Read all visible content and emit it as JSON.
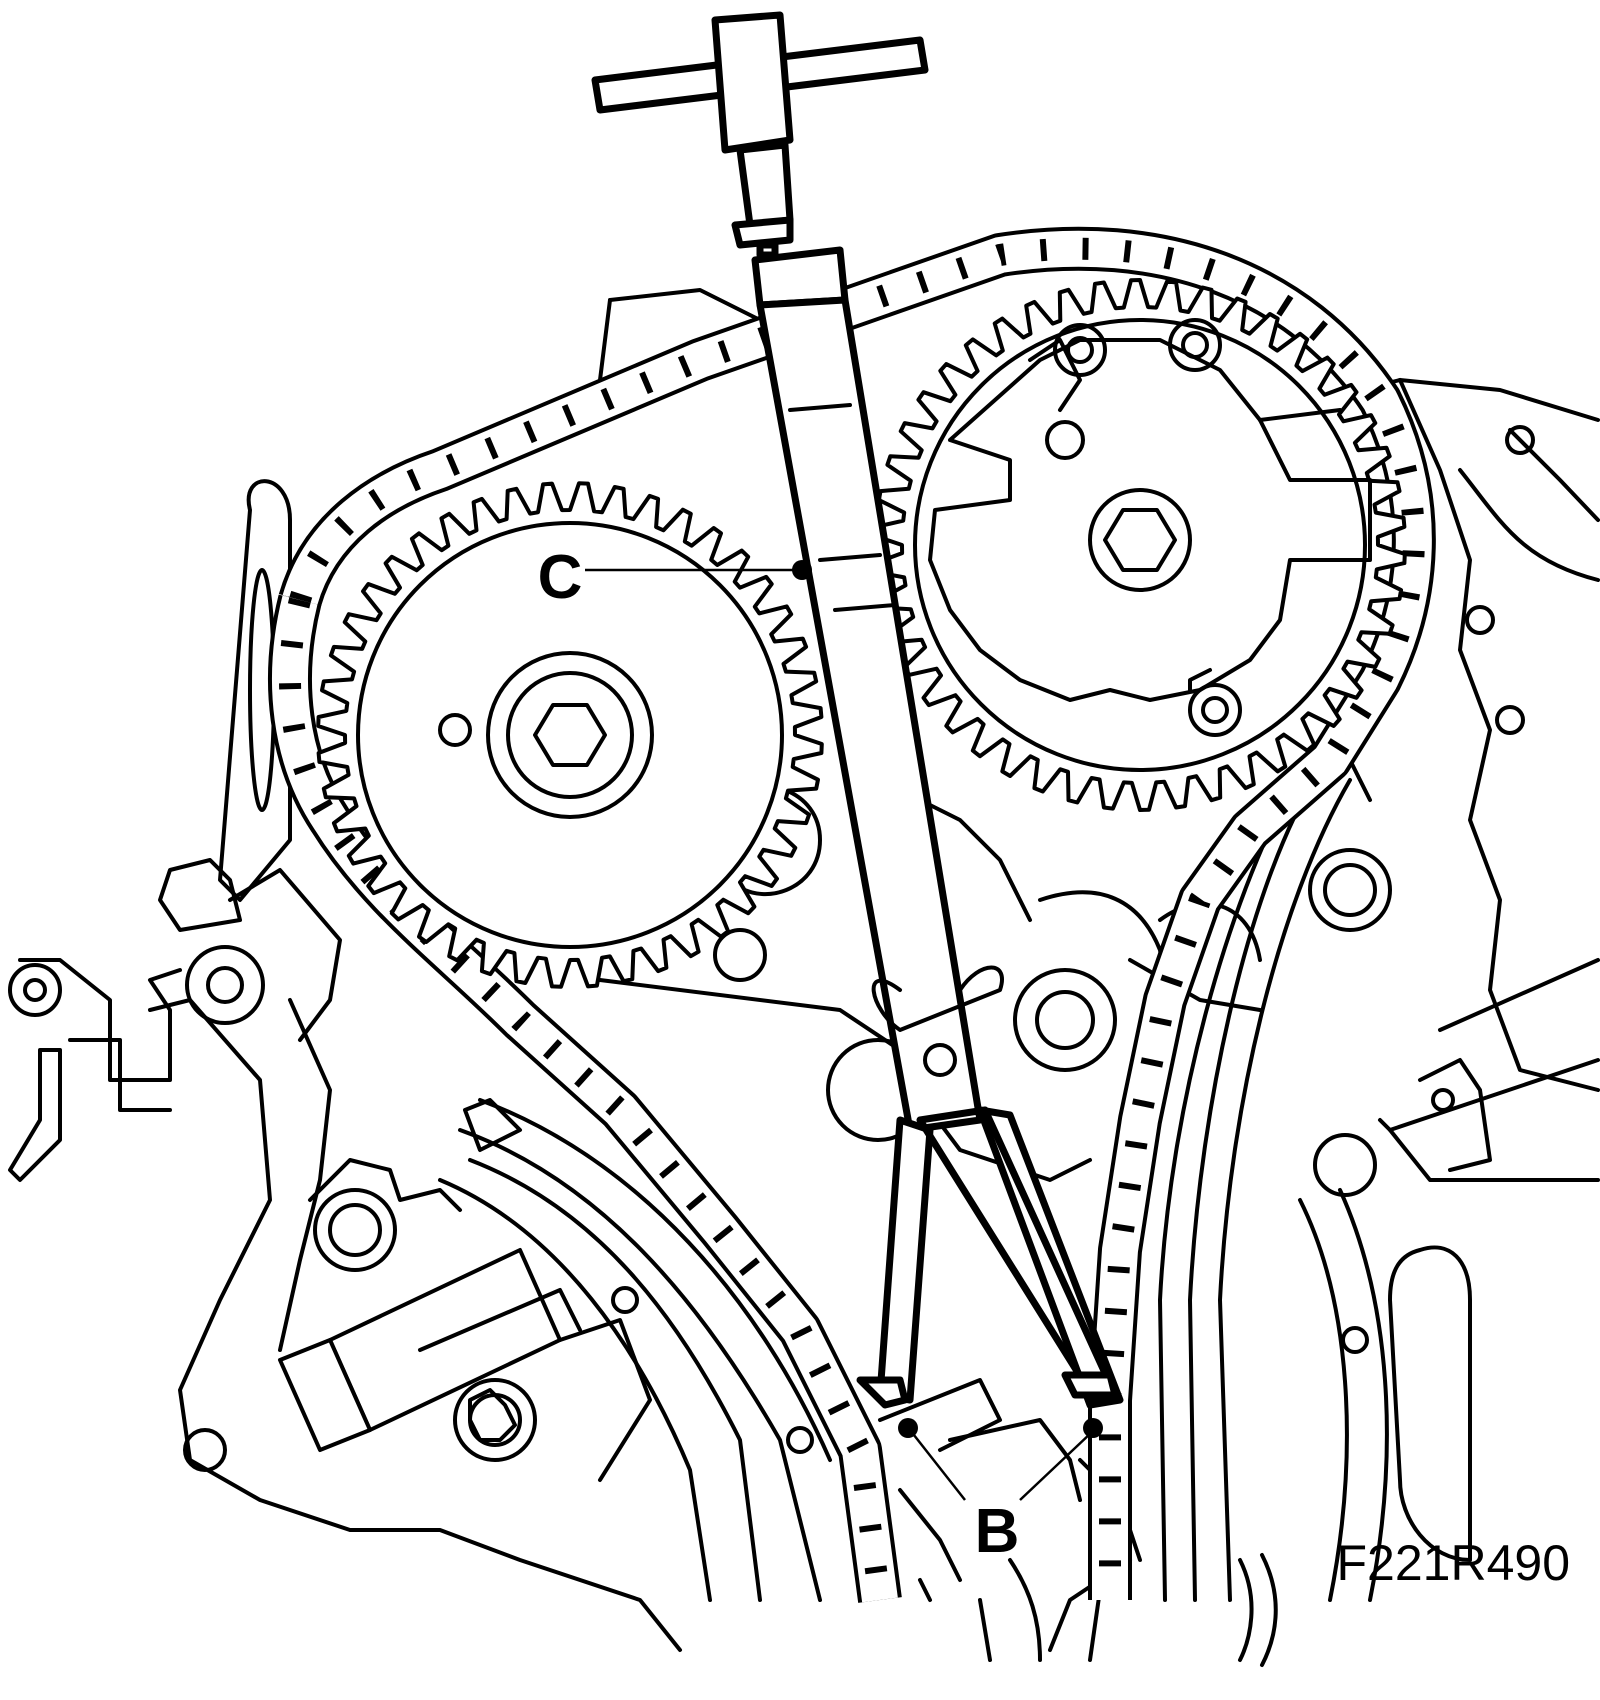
{
  "callouts": {
    "c_label": "C",
    "b_label": "B"
  },
  "figure_ref": "F221R490",
  "colors": {
    "line": "#000000",
    "background": "#ffffff"
  }
}
